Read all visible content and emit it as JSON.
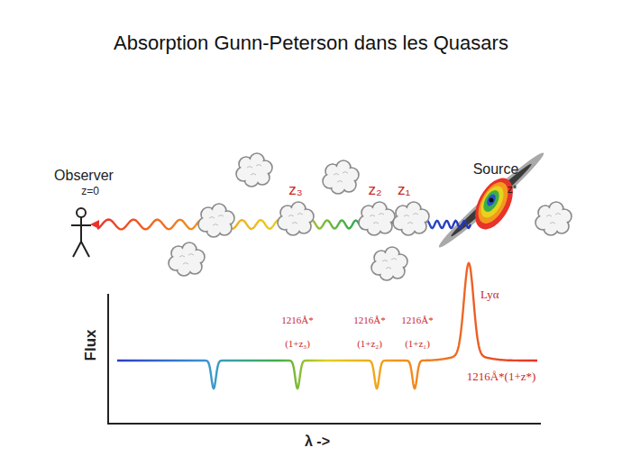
{
  "diagram": {
    "title": "Absorption Gunn-Peterson dans les Quasars",
    "labels": [
      "Observer",
      "z=0",
      "z₃",
      "z₂",
      "z₁",
      "Source",
      "z*",
      "Lyα",
      "1216Å* (1+z₃)",
      "1216Å* (1+z₂)",
      "1216Å* (1+z₁)",
      "1216Å*(1+z*)",
      "Flux",
      "λ ->"
    ]
  }
}
